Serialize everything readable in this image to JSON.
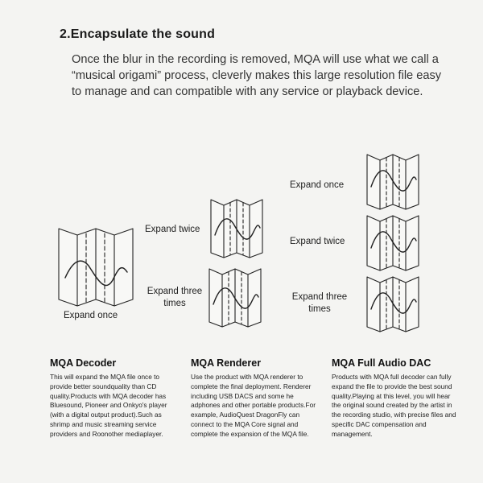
{
  "heading": "2.Encapsulate the sound",
  "intro": "Once the blur in the recording is removed, MQA will use what we call a “musical origami” process, cleverly makes this large resolution file easy to manage and can compatible with any service or playback device.",
  "labels": {
    "left_expand_once": "Expand once",
    "mid_expand_twice": "Expand twice",
    "mid_expand_three": "Expand three times",
    "right_expand_once": "Expand once",
    "right_expand_twice": "Expand twice",
    "right_expand_three": "Expand three times"
  },
  "columns": [
    {
      "title": "MQA Decoder",
      "body": "This will expand the MQA file once to provide better soundquality than CD quality.Products with MQA decoder has Bluesound, Pioneer and Onkyo's player (with a digital output product).Such as shrimp and music streaming service providers and Roonother mediaplayer."
    },
    {
      "title": "MQA Renderer",
      "body": "Use the product with MQA renderer to complete the final deployment. Renderer including USB DACS and some he adphones and other portable products.For example, AudioQuest DragonFly can connect to the MQA Core signal and complete the expansion of the MQA file."
    },
    {
      "title": "MQA Full Audio DAC",
      "body": "Products with MQA full decoder can fully expand the file to provide the best sound quality.Playing at this level, you will hear the original sound created by the artist in the recording studio, with precise files and specific DAC compensation and management."
    }
  ],
  "colors": {
    "ink": "#222222",
    "background": "#f4f4f2"
  }
}
